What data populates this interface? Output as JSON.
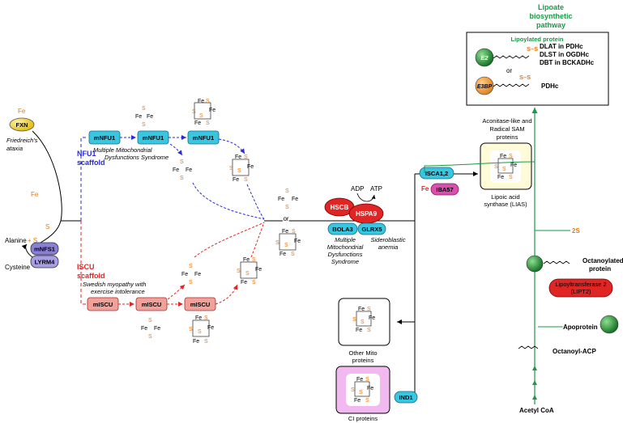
{
  "title": "Lipoate biosynthetic pathway",
  "colors": {
    "green": "#1a9a45",
    "blue": "#2a2ad0",
    "red": "#e02525",
    "orange": "#e07b1a",
    "cyan": "#39c6e0",
    "salmon": "#f2a09a",
    "purple": "#8a7fd6",
    "pink": "#d94fb0",
    "yellow": "#f0d020"
  },
  "left": {
    "fxn": "FXN",
    "friedreich": "Friedreich's ataxia",
    "fe_top": "Fe",
    "fe_mid": "Fe",
    "s_mid": "S",
    "alanine": "Alanine",
    "plus_s": "+ S",
    "cysteine": "Cysteine",
    "mnfs1": "mNFS1",
    "lyrm4": "LYRM4"
  },
  "nfu1": {
    "label_1": "NFU1",
    "label_2": "scaffold",
    "box": "mNFU1",
    "disease_1": "Multiple Mitochondrial",
    "disease_2": "Dysfunctions Syndrome"
  },
  "iscu": {
    "label_1": "ISCU",
    "label_2": "scaffold",
    "box": "mISCU",
    "disease_1": "Swedish myopathy with",
    "disease_2": "exercise intolerance"
  },
  "atoms": {
    "fe": "Fe",
    "s": "S"
  },
  "center": {
    "or": "or",
    "adp": "ADP",
    "atp": "ATP",
    "hscb": "HSCB",
    "hspa9": "HSPA9",
    "bola3": "BOLA3",
    "glrx5": "GLRX5",
    "disease_1": "Multiple",
    "disease_2": "Mitochondrial",
    "disease_3": "Dysfunctions",
    "disease_4": "Syndrome",
    "sidero_1": "Sideroblastic",
    "sidero_2": "anemia"
  },
  "right": {
    "isca": "ISCA1,2",
    "fe": "Fe",
    "iba57": "IBA57",
    "aconitase_1": "Aconitase-like and",
    "aconitase_2": "Radical SAM",
    "aconitase_3": "proteins",
    "lias_1": "Lipoic acid",
    "lias_2": "synthase (LIAS)",
    "other_1": "Other Mito",
    "other_2": "proteins",
    "ci": "CI proteins",
    "ind1": "IND1"
  },
  "lipoate": {
    "title_1": "Lipoate",
    "title_2": "biosynthetic",
    "title_3": "pathway",
    "lipoylated": "Lipoylated protein",
    "e2": "E2",
    "dlat": "DLAT in PDHc",
    "dlst": "DLST in OGDHc",
    "dbt": "DBT in BCKADHc",
    "or": "or",
    "e3bp": "E3BP",
    "pdhc": "PDHc",
    "ss": "S–S",
    "two_s": "2S",
    "octanoylated_1": "Octanoylated",
    "octanoylated_2": "protein",
    "lipt_1": "Lipoyltransferase 2",
    "lipt_2": "(LIPT2)",
    "apoprotein": "Apoprotein",
    "octanoyl_acp": "Octanoyl-ACP",
    "acetyl_coa": "Acetyl CoA"
  }
}
